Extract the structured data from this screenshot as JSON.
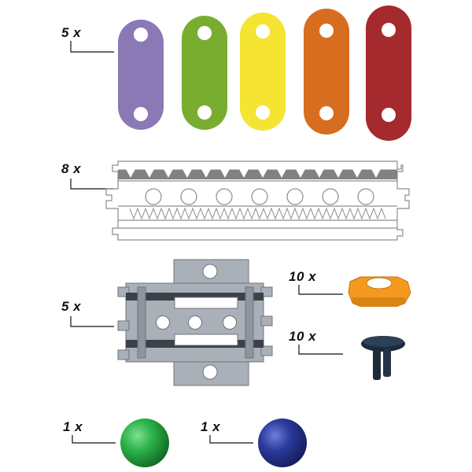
{
  "parts": [
    {
      "quantity": "5 x",
      "name": "connector-strips",
      "colors": [
        "#8a79b5",
        "#79ad2f",
        "#f6e432",
        "#d66d1f",
        "#a52a2e"
      ]
    },
    {
      "quantity": "8 x",
      "name": "zigzag-rail",
      "colors": [
        "#ffffff",
        "#7f8183"
      ]
    },
    {
      "quantity": "5 x",
      "name": "junction-piece",
      "colors": [
        "#a9b0b8",
        "#3c4048"
      ]
    },
    {
      "quantity": "10 x",
      "name": "orange-clip",
      "colors": [
        "#f39a1e"
      ]
    },
    {
      "quantity": "10 x",
      "name": "black-pin",
      "colors": [
        "#1c2a3a"
      ]
    },
    {
      "quantity": "1 x",
      "name": "green-marble",
      "colors": [
        "#2bb24a"
      ]
    },
    {
      "quantity": "1 x",
      "name": "blue-marble",
      "colors": [
        "#2b3a9c"
      ]
    }
  ]
}
